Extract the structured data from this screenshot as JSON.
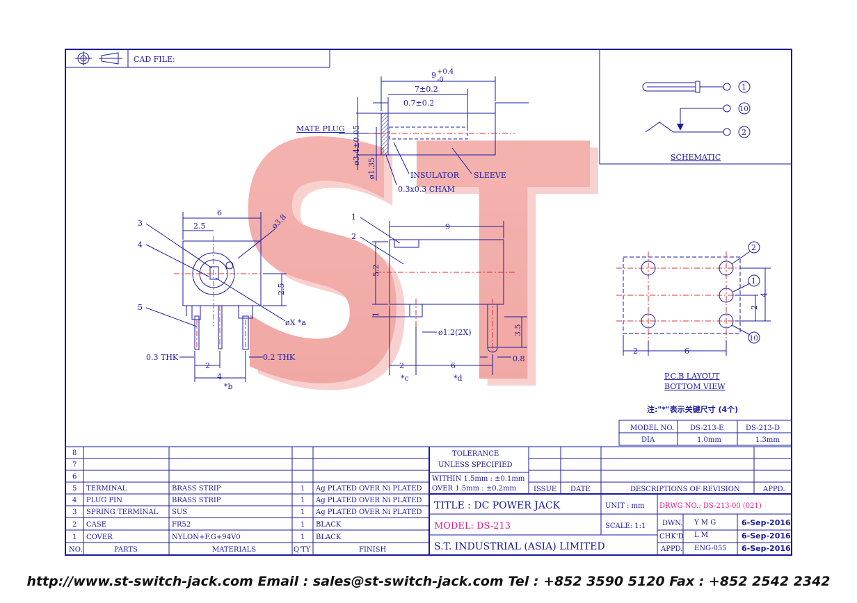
{
  "header": {
    "cad_file_label": "CAD FILE:"
  },
  "drawing": {
    "mate_plug_label": "MATE PLUG",
    "dim_9_tol": "9",
    "dim_9_sup": "+0.4",
    "dim_9_sub": "-0",
    "dim_7": "7±0.2",
    "dim_07": "0.7±0.2",
    "dim_34": "ø3.4±0.05",
    "dim_135": "ø1.35",
    "insulator": "INSULATOR",
    "sleeve": "SLEEVE",
    "cham": "0.3x0.3 CHAM",
    "side": {
      "dim_6": "6",
      "dim_25": "2.5",
      "dim_38": "ø3.8",
      "dim_25v": "2.5",
      "dim_thk03": "0.3 THK",
      "dim_thk02": "0.2 THK",
      "dim_2": "2",
      "dim_4": "4",
      "phix": "øX",
      "star_a": "*a",
      "star_b": "*b",
      "c3": "3",
      "c4": "4",
      "c5": "5"
    },
    "front": {
      "c1": "1",
      "c2": "2",
      "dim_9": "9",
      "dim_52": "5.2",
      "dim_1": "1",
      "dim_12": "ø1.2(2X)",
      "dim_35": "3.5",
      "dim_2": "2",
      "dim_6": "6",
      "dim_08": "0.8",
      "star_c": "*c",
      "star_d": "*d"
    },
    "pcb": {
      "label1": "P.C.B LAYOUT",
      "label2": "BOTTOM VIEW",
      "dim_2": "2",
      "dim_6": "6",
      "dim_2v": "2",
      "dim_4v": "4",
      "p1": "1",
      "p2": "2",
      "p10": "10"
    },
    "schematic": {
      "label": "SCHEMATIC",
      "p1": "1",
      "p10": "10",
      "p2": "2"
    },
    "note": "注:\"*\"表示关键尺寸 (4个)"
  },
  "model_table": {
    "headers": [
      "MODEL NO.",
      "DS-213-E",
      "DS-213-D"
    ],
    "row": [
      "DIA",
      "1.0mm",
      "1.3mm"
    ]
  },
  "parts": {
    "rows": [
      {
        "no": "8",
        "part": "",
        "material": "",
        "qty": "",
        "finish": ""
      },
      {
        "no": "7",
        "part": "",
        "material": "",
        "qty": "",
        "finish": ""
      },
      {
        "no": "6",
        "part": "",
        "material": "",
        "qty": "",
        "finish": ""
      },
      {
        "no": "5",
        "part": "TERMINAL",
        "material": "BRASS STRIP",
        "qty": "1",
        "finish": "Ag PLATED OVER Ni PLATED"
      },
      {
        "no": "4",
        "part": "PLUG PIN",
        "material": "BRASS STRIP",
        "qty": "1",
        "finish": "Ag PLATED OVER Ni PLATED"
      },
      {
        "no": "3",
        "part": "SPRING TERMINAL",
        "material": "SUS",
        "qty": "1",
        "finish": "Ag PLATED OVER Ni PLATED"
      },
      {
        "no": "2",
        "part": "CASE",
        "material": "FR52",
        "qty": "1",
        "finish": "BLACK"
      },
      {
        "no": "1",
        "part": "COVER",
        "material": "NYLON+F.G+94V0",
        "qty": "1",
        "finish": "BLACK"
      }
    ],
    "header": {
      "no": "NO.",
      "part": "PARTS",
      "material": "MATERIALS",
      "qty": "Q'TY",
      "finish": "FINISH"
    }
  },
  "tolerance": {
    "title1": "TOLERANCE",
    "title2": "UNLESS  SPECIFIED",
    "within": "WITHIN  1.5mm : ±0.1mm",
    "over": "OVER   1.5mm : ±0.2mm"
  },
  "revision": {
    "issue": "ISSUE",
    "date": "DATE",
    "desc": "DESCRIPTIONS OF REVISION",
    "appd": "APPD."
  },
  "title_block": {
    "title": "TITLE : DC POWER JACK",
    "unit": "UNIT :   mm",
    "drwg": "DRWG NO.: DS-213-00 (021)",
    "model": "MODEL: DS-213",
    "scale": "SCALE:   1:1",
    "dwn_label": "DWN.",
    "dwn_val": "Y M G",
    "dwn_date": "6-Sep-2016",
    "chk_label": "CHK'D",
    "chk_val": "L M",
    "chk_date": "6-Sep-2016",
    "appd_label": "APPD.",
    "appd_val": "ENG-055",
    "appd_date": "6-Sep-2016",
    "company": "S.T.  INDUSTRIAL  (ASIA)  LIMITED"
  },
  "watermark": "ST",
  "footer": "http://www.st-switch-jack.com  Email : sales@st-switch-jack.com  Tel : +852 3590 5120  Fax : +852 2542 2342"
}
